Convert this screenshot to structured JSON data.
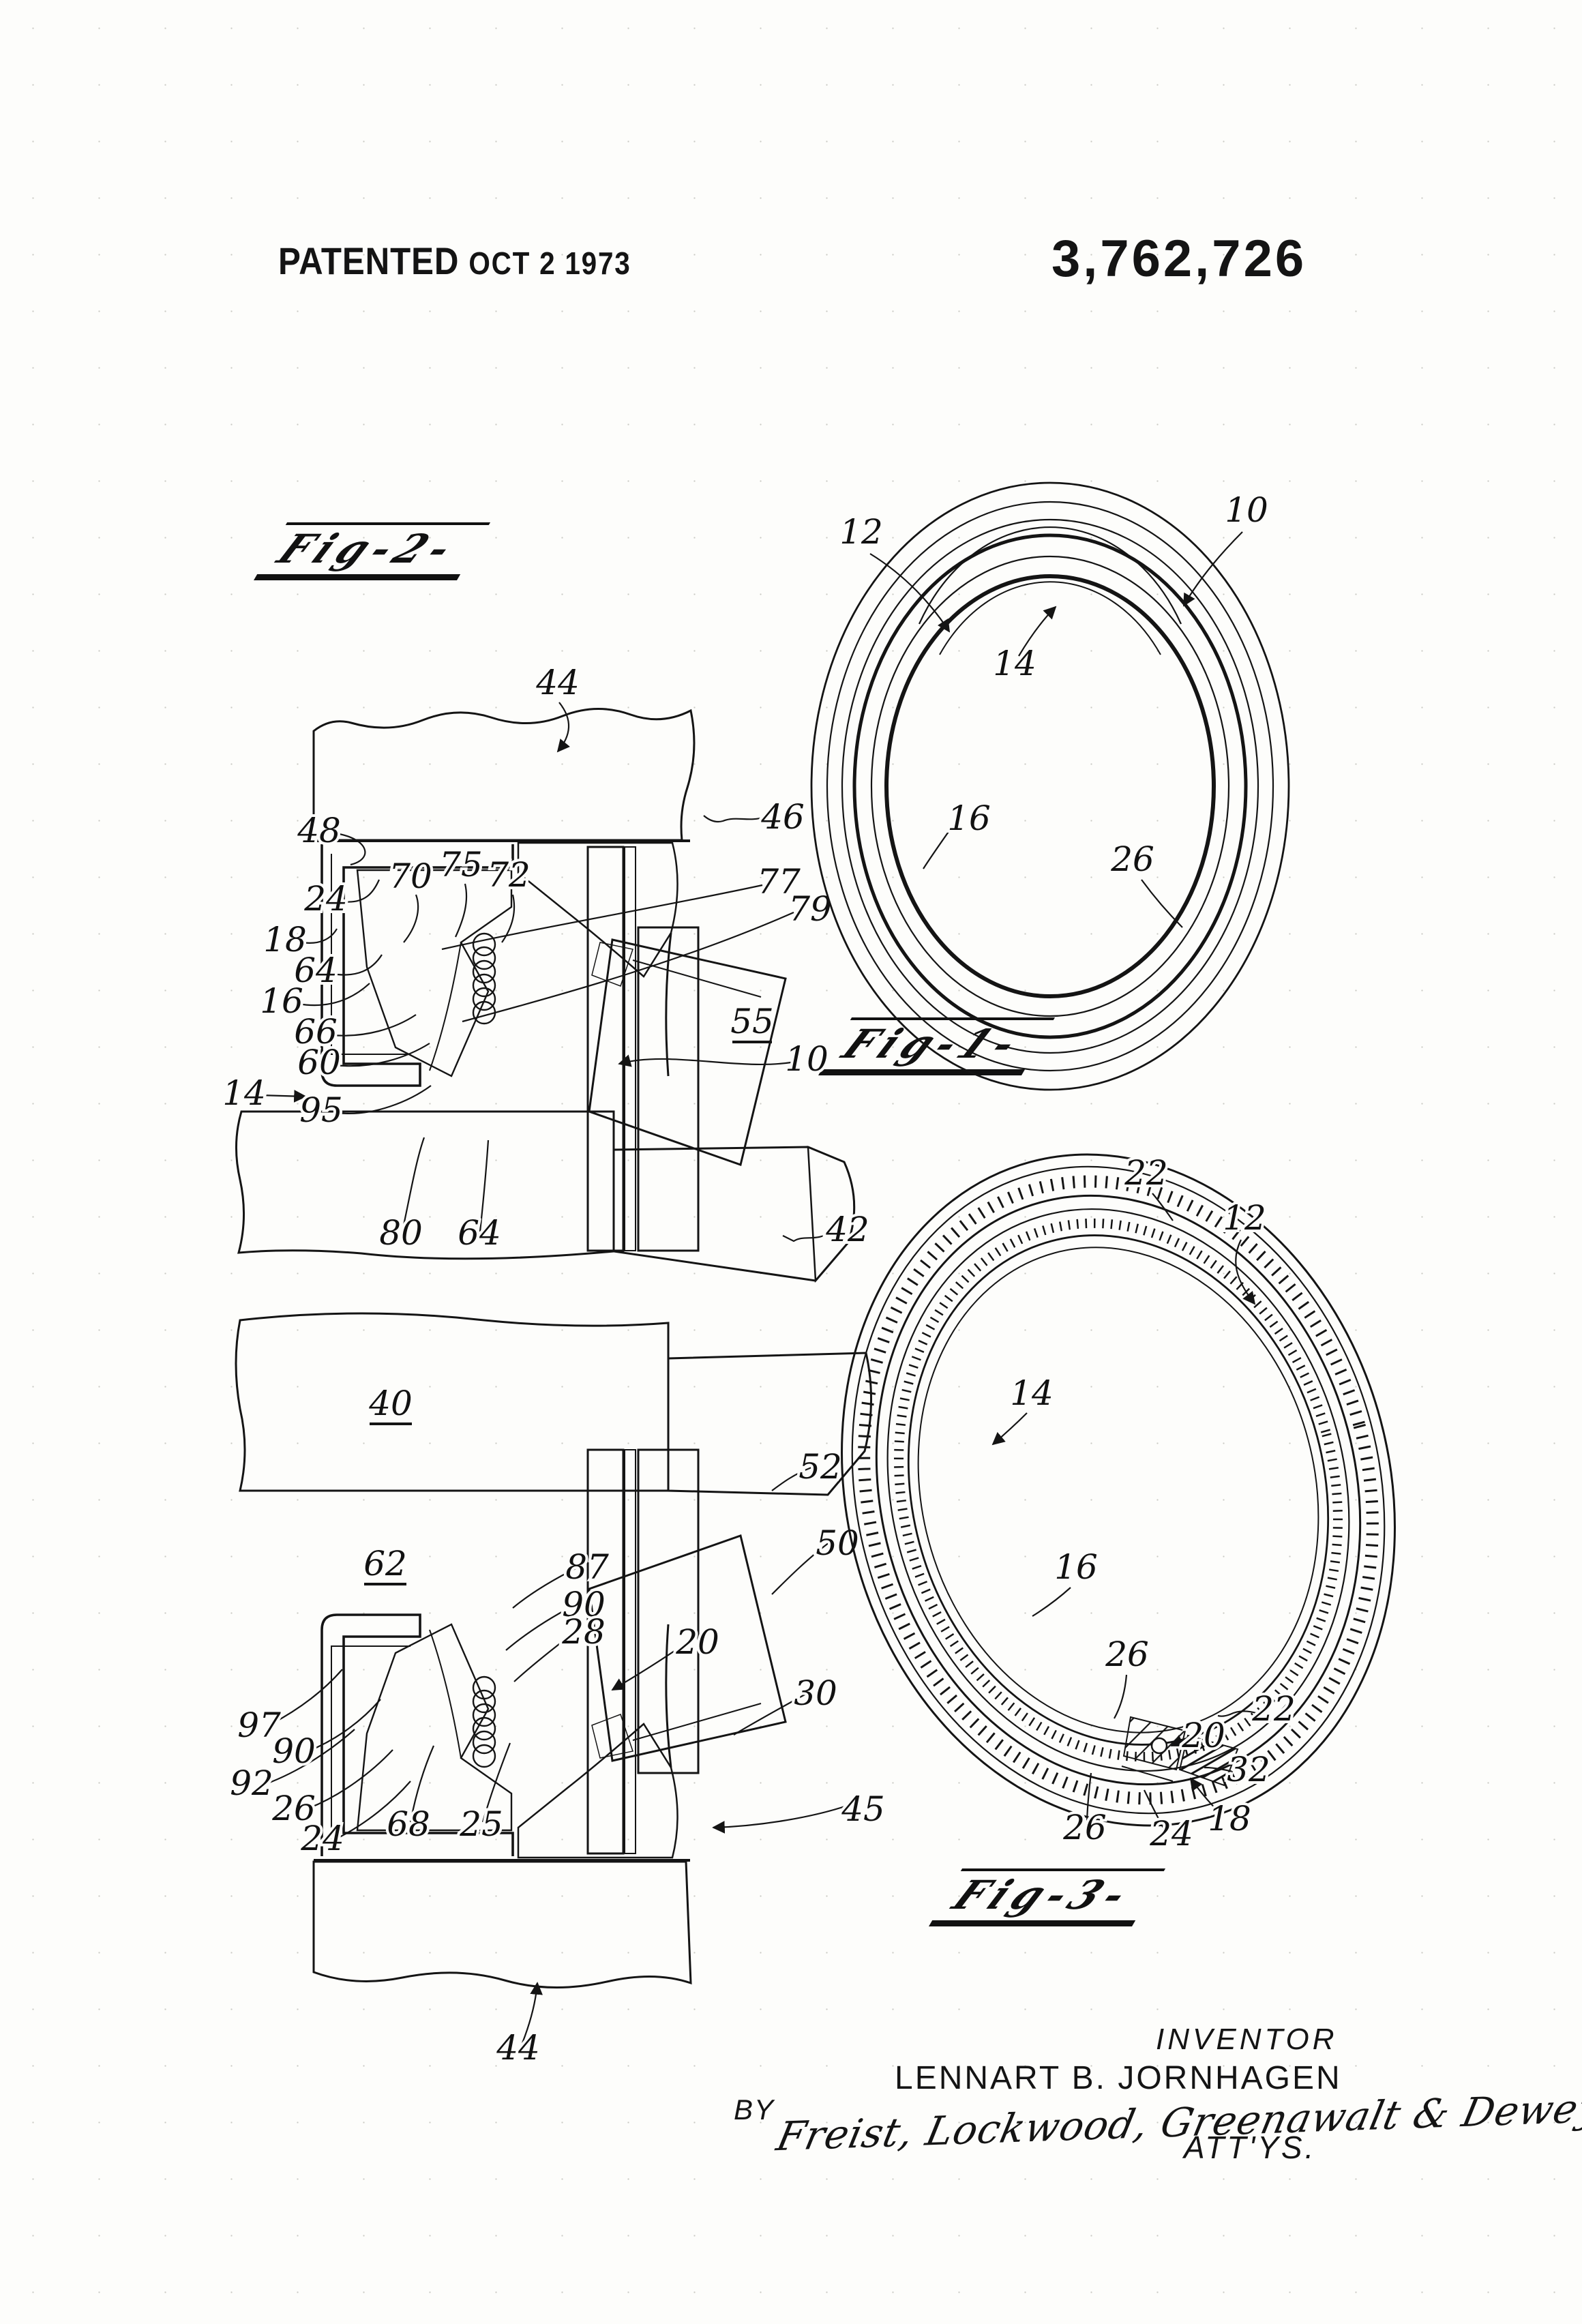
{
  "header": {
    "patented_label": "PATENTED",
    "patent_date": "OCT 2 1973",
    "patent_number": "3,762,726"
  },
  "figures": {
    "fig2": {
      "caption": "Fig-2-",
      "labels": [
        "44",
        "48",
        "46",
        "24",
        "70",
        "75",
        "72",
        "77",
        "79",
        "18",
        "64",
        "16",
        "66",
        "60",
        "14",
        "95",
        "55",
        "10",
        "80",
        "64",
        "42",
        "40",
        "52",
        "50",
        "62",
        "87",
        "90",
        "28",
        "20",
        "30",
        "97",
        "90",
        "92",
        "26",
        "24",
        "68",
        "25",
        "45",
        "44"
      ]
    },
    "fig1": {
      "caption": "Fig-1-",
      "labels": [
        "12",
        "10",
        "14",
        "16",
        "26"
      ]
    },
    "fig3": {
      "caption": "Fig-3-",
      "labels": [
        "22",
        "12",
        "14",
        "16",
        "26",
        "22",
        "20",
        "32",
        "18",
        "24",
        "26"
      ]
    }
  },
  "signature_block": {
    "inventor_heading": "INVENTOR",
    "inventor_name": "LENNART B. JORNHAGEN",
    "by_label": "BY",
    "signature": "Freist, Lockwood, Greenawalt & Dewey",
    "attorneys_label": "ATT'YS."
  }
}
